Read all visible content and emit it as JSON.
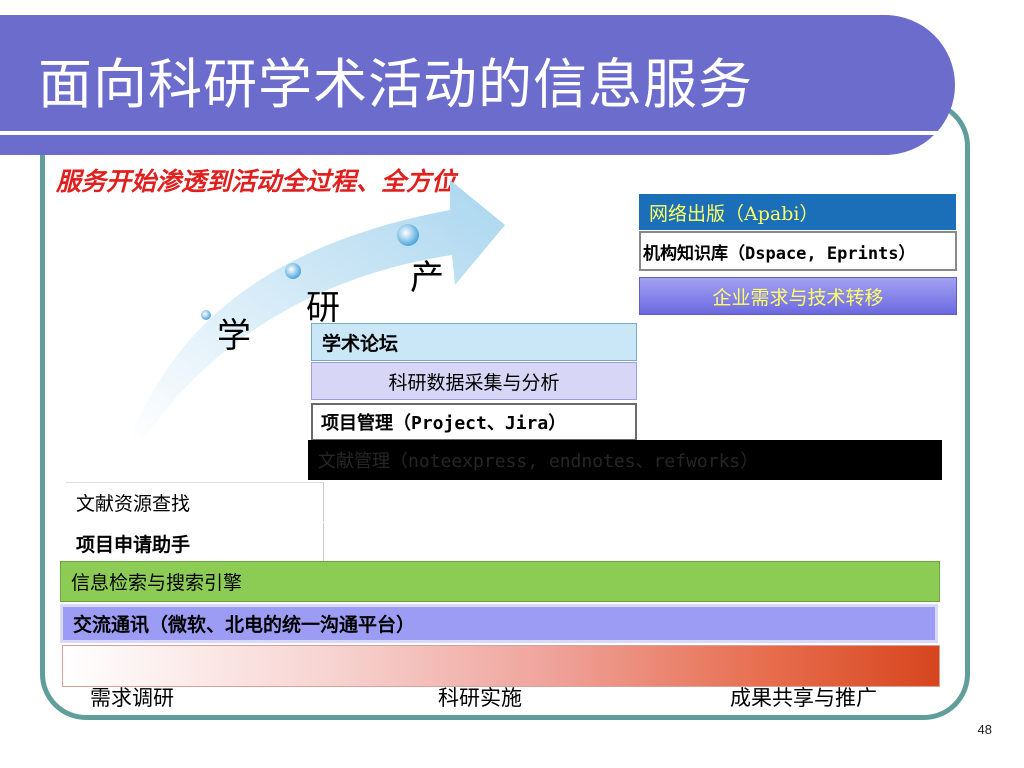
{
  "slide": {
    "title": "面向科研学术活动的信息服务",
    "subtitle": "服务开始渗透到活动全过程、全方位",
    "page_number": "48"
  },
  "stages": {
    "learn": "学",
    "research": "研",
    "produce": "产"
  },
  "services": {
    "publishing": "网络出版（Apabi）",
    "repository": "机构知识库（Dspace, Eprints）",
    "tech_transfer": "企业需求与技术转移",
    "forum": "学术论坛",
    "data_collection": "科研数据采集与分析",
    "project_mgmt": "项目管理（Project、Jira）",
    "reference_mgmt": "文献管理（noteexpress, endnotes、refworks）",
    "resource_search": "文献资源查找",
    "grant_assistant": "项目申请助手",
    "search_engine": "信息检索与搜索引擎",
    "communication": "交流通讯（微软、北电的统一沟通平台）"
  },
  "phases": {
    "requirements": "需求调研",
    "implementation": "科研实施",
    "sharing": "成果共享与推广"
  },
  "colors": {
    "banner": "#6b6ccc",
    "frame": "#5f9e9a",
    "subtitle": "#e0201f",
    "publishing_bg": "#1a6fb8",
    "publishing_text": "#ffff66",
    "tech_transfer_bg": "#7b79e8",
    "tech_transfer_text": "#ffff66",
    "forum_bg": "#c9e7f7",
    "data_bg": "#d8d6f7",
    "reference_bg": "#000000",
    "search_engine_bg": "#8ccc55",
    "communication_bg": "#9d9cf5"
  }
}
